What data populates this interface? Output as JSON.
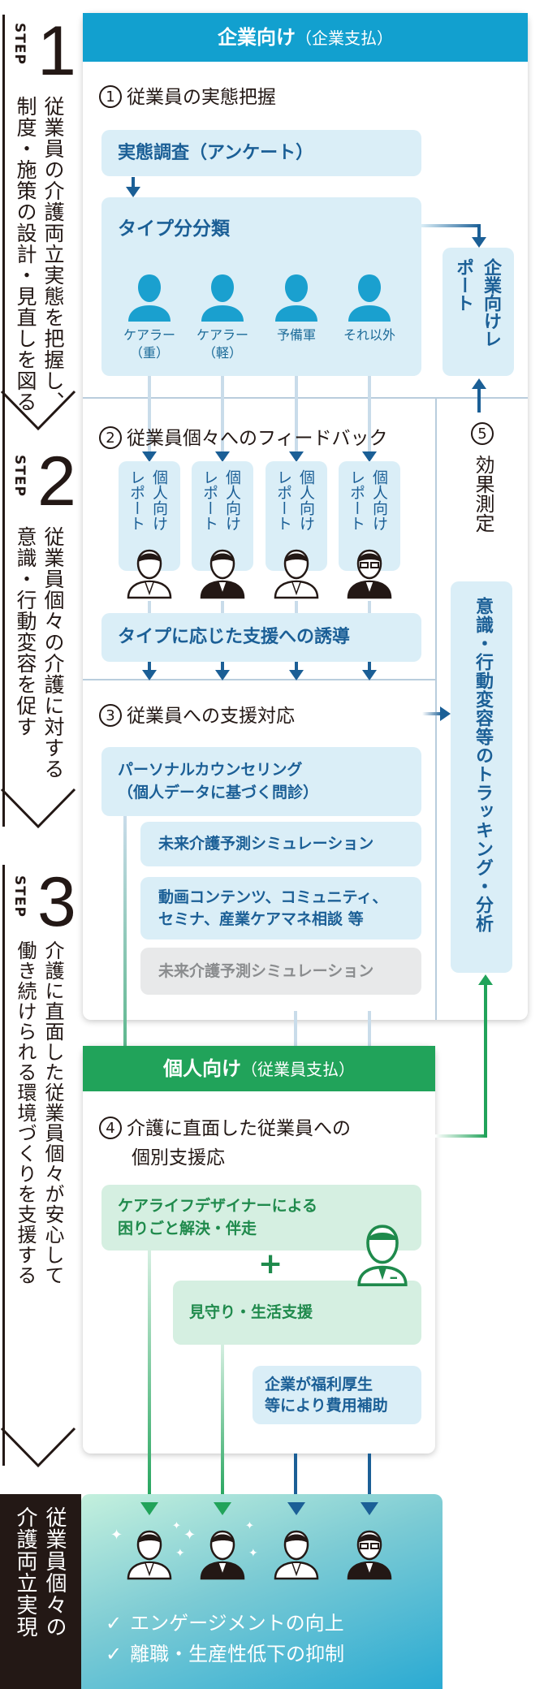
{
  "steps": [
    {
      "label": "STEP",
      "num": "1",
      "line1": "従業員の介護両立実態を把握し、",
      "line2": "制度・施策の設計・見直しを図る"
    },
    {
      "label": "STEP",
      "num": "2",
      "line1": "従業員個々の介護に対する",
      "line2": "意識・行動変容を促す"
    },
    {
      "label": "STEP",
      "num": "3",
      "line1": "介護に直面した従業員個々が安心して",
      "line2": "働き続けられる環境づくりを支援する"
    }
  ],
  "result_label": {
    "line1": "従業員個々の",
    "line2": "介護両立実現"
  },
  "corporate": {
    "header": "企業向け",
    "header_sub": "（企業支払）",
    "s1": {
      "num": "1",
      "title": "従業員の実態把握"
    },
    "survey": "実態調査（アンケート）",
    "type_title": "タイプ分分類",
    "types": [
      {
        "line1": "ケアラー",
        "line2": "（重）"
      },
      {
        "line1": "ケアラー",
        "line2": "（軽）"
      },
      {
        "line1": "予備軍",
        "line2": ""
      },
      {
        "line1": "それ以外",
        "line2": ""
      }
    ],
    "corp_report": "企業向けレポート",
    "s2": {
      "num": "2",
      "title": "従業員個々へのフィードバック"
    },
    "personal_report": "個人向けレポート",
    "guidance": "タイプに応じた支援への誘導",
    "s3": {
      "num": "3",
      "title": "従業員への支援対応"
    },
    "counseling": {
      "line1": "パーソナルカウンセリング",
      "line2": "（個人データに基づく問診）"
    },
    "simulation": "未来介護予測シミュレーション",
    "contents": {
      "line1": "動画コンテンツ、コミュニティ、",
      "line2": "セミナ、産業ケアマネ相談 等"
    },
    "simulation_gray": "未来介護予測シミュレーション",
    "s5": {
      "num": "5",
      "title": "効果測定"
    },
    "tracking": "意識・行動変容等のトラッキング・分析"
  },
  "individual": {
    "header": "個人向け",
    "header_sub": "（従業員支払）",
    "s4": {
      "num": "4",
      "line1": "介護に直面した従業員への",
      "line2": "個別支援応"
    },
    "designer": {
      "line1": "ケアライフデザイナーによる",
      "line2": "困りごと解決・伴走"
    },
    "plus": "+",
    "watch": "見守り・生活支援",
    "subsidy": {
      "line1": "企業が福利厚生",
      "line2": "等により費用補助"
    }
  },
  "outcomes": [
    {
      "check": "✓",
      "text": "エンゲージメントの向上"
    },
    {
      "check": "✓",
      "text": "離職・生産性低下の抑制"
    }
  ],
  "colors": {
    "blue_header": "#12a0cf",
    "dark_blue": "#1b5f96",
    "green": "#21a35a",
    "light_blue": "#daeef7",
    "light_green": "#d5efe1"
  }
}
